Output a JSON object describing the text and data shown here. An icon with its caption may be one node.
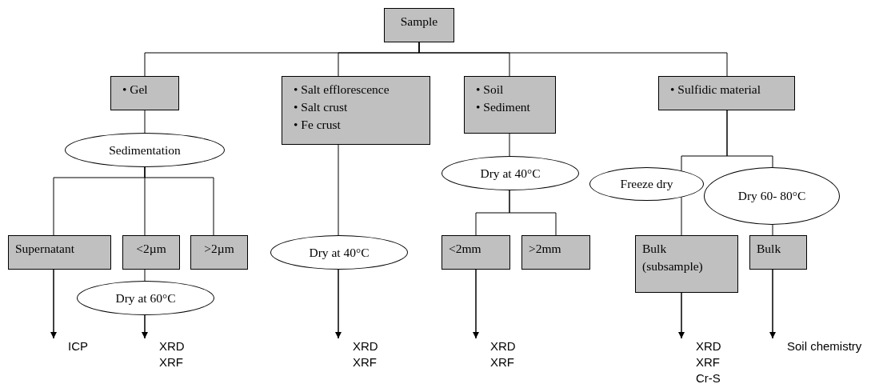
{
  "diagram": {
    "nodes": [
      {
        "text": [
          "Sample"
        ]
      },
      {
        "text": [
          "• Gel"
        ]
      },
      {
        "text": [
          "• Salt efflorescence",
          "• Salt crust",
          "• Fe crust"
        ]
      },
      {
        "text": [
          "• Soil",
          "• Sediment"
        ]
      },
      {
        "text": [
          "• Sulfidic material"
        ]
      },
      {
        "text": [
          "Sedimentation"
        ]
      },
      {
        "text": [
          "Supernatant"
        ]
      },
      {
        "text": [
          "<2µm"
        ]
      },
      {
        "text": [
          ">2µm"
        ]
      },
      {
        "text": [
          "Dry at 60°C"
        ]
      },
      {
        "text": [
          "ICP"
        ]
      },
      {
        "text": [
          "XRD",
          "XRF"
        ]
      },
      {
        "text": [
          "Dry at 40°C"
        ]
      },
      {
        "text": [
          "XRD",
          "XRF"
        ]
      },
      {
        "text": [
          "Dry at 40°C"
        ]
      },
      {
        "text": [
          "<2mm"
        ]
      },
      {
        "text": [
          ">2mm"
        ]
      },
      {
        "text": [
          "XRD",
          "XRF"
        ]
      },
      {
        "text": [
          "Freeze dry"
        ]
      },
      {
        "text": [
          "Dry 60- 80°C"
        ]
      },
      {
        "text": [
          "Bulk (subsample)"
        ]
      },
      {
        "text": [
          "Bulk"
        ]
      },
      {
        "text": [
          "XRD",
          "XRF",
          "Cr-S"
        ]
      },
      {
        "text": [
          "Soil chemistry"
        ]
      }
    ],
    "edges": [
      {
        "from": 0,
        "to": 1,
        "arrow": "none"
      },
      {
        "from": 0,
        "to": 2,
        "arrow": "none"
      },
      {
        "from": 0,
        "to": 3,
        "arrow": "none"
      },
      {
        "from": 0,
        "to": 4,
        "arrow": "none"
      },
      {
        "from": 1,
        "to": 5,
        "arrow": "none"
      },
      {
        "from": 5,
        "to": 6,
        "arrow": "none"
      },
      {
        "from": 5,
        "to": 7,
        "arrow": "none"
      },
      {
        "from": 5,
        "to": 8,
        "arrow": "none"
      },
      {
        "from": 7,
        "to": 9,
        "arrow": "none"
      },
      {
        "from": 6,
        "to": 10,
        "arrow": "to"
      },
      {
        "from": 9,
        "to": 11,
        "arrow": "to"
      },
      {
        "from": 2,
        "to": 12,
        "arrow": "none"
      },
      {
        "from": 12,
        "to": 13,
        "arrow": "to"
      },
      {
        "from": 3,
        "to": 14,
        "arrow": "none"
      },
      {
        "from": 14,
        "to": 15,
        "arrow": "none"
      },
      {
        "from": 14,
        "to": 16,
        "arrow": "none"
      },
      {
        "from": 15,
        "to": 17,
        "arrow": "to"
      },
      {
        "from": 4,
        "to": 18,
        "arrow": "none"
      },
      {
        "from": 4,
        "to": 19,
        "arrow": "none"
      },
      {
        "from": 18,
        "to": 20,
        "arrow": "none"
      },
      {
        "from": 19,
        "to": 21,
        "arrow": "none"
      },
      {
        "from": 20,
        "to": 22,
        "arrow": "to"
      },
      {
        "from": 21,
        "to": 23,
        "arrow": "to"
      }
    ]
  }
}
